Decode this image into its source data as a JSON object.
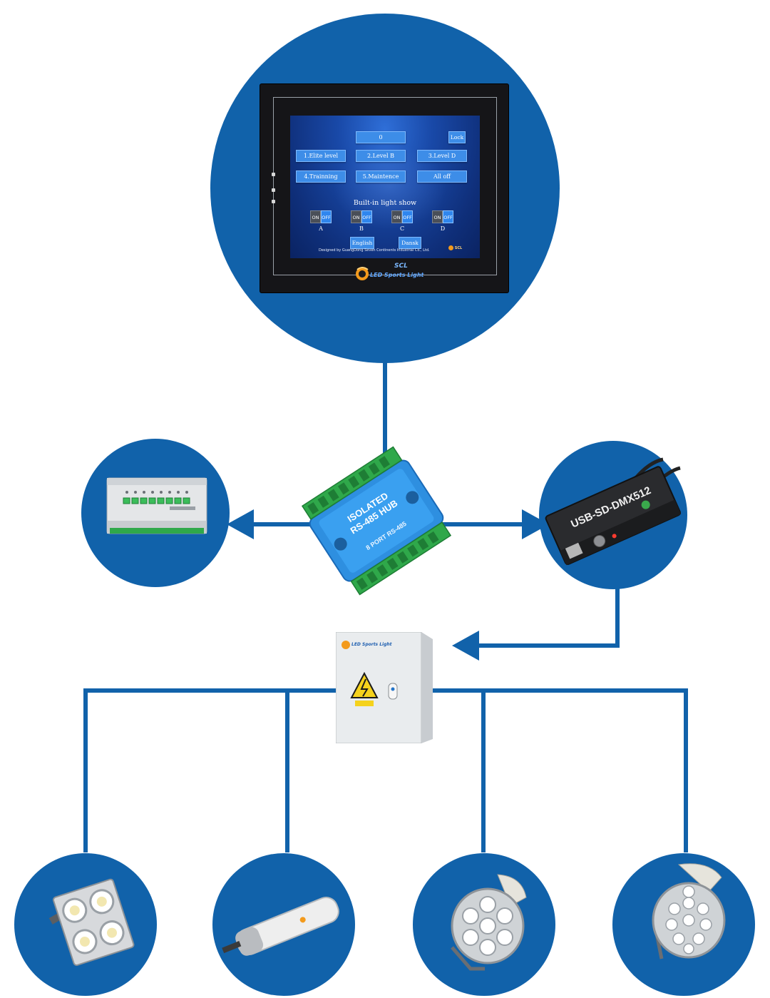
{
  "diagram": {
    "line_color": "#1162aa",
    "circle_color": "#1162aa",
    "nodes": [
      {
        "name": "touch-panel",
        "icon": "touch-screen-controller"
      },
      {
        "name": "rs485-hub",
        "icon": "isolated-rs485-hub"
      },
      {
        "name": "relay-module",
        "icon": "din-rail-relay-module"
      },
      {
        "name": "dmx-interface",
        "icon": "usb-dmx-interface"
      },
      {
        "name": "control-cabinet",
        "icon": "electrical-control-box"
      },
      {
        "name": "flood-light-quad",
        "icon": "four-head-floodlight"
      },
      {
        "name": "linear-light",
        "icon": "linear-tube-light"
      },
      {
        "name": "round-light-7",
        "icon": "round-seven-led-light"
      },
      {
        "name": "round-light-10",
        "icon": "round-ten-led-light"
      }
    ]
  },
  "panel": {
    "top_value": "0",
    "lock": "Lock",
    "buttons": [
      "1.Elite level",
      "2.Level B",
      "3.Level D",
      "4.Trainning",
      "5.Maintence",
      "All off"
    ],
    "show_title": "Built-in light show",
    "toggles": [
      {
        "on": "ON",
        "off": "OFF",
        "label": "A"
      },
      {
        "on": "ON",
        "off": "OFF",
        "label": "B"
      },
      {
        "on": "ON",
        "off": "OFF",
        "label": "C"
      },
      {
        "on": "ON",
        "off": "OFF",
        "label": "D"
      }
    ],
    "lang": [
      "English",
      "Dansk"
    ],
    "designer": "Designed by GuangDong Seven Continents Industrial Co., Ltd.",
    "screen_logo": "SCL",
    "bezel_logo": {
      "brand": "SCL",
      "name": "LED Sports Light"
    }
  },
  "hub": {
    "line1": "ISOLATED",
    "line2": "RS-485 HUB",
    "line3": "8 PORT RS-485"
  },
  "dmx": {
    "label": "USB-SD-DMX512"
  },
  "cabinet": {
    "brand": "LED Sports Light"
  }
}
